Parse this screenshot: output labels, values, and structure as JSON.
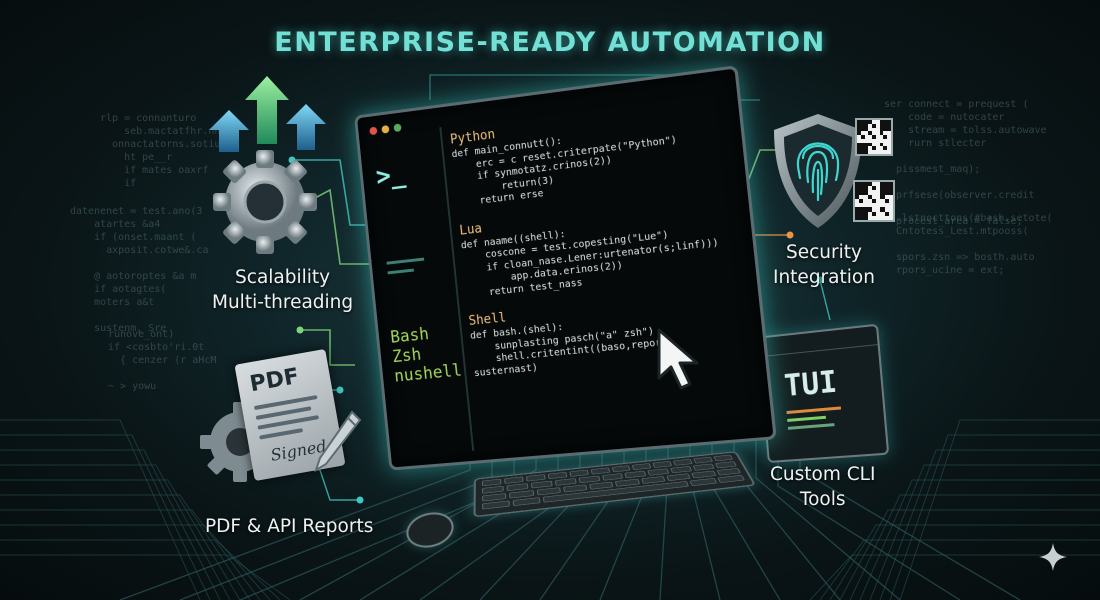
{
  "title": "ENTERPRISE-READY AUTOMATION",
  "features": {
    "scalability": {
      "line1": "Scalability",
      "line2": "Multi-threading",
      "icon": "gear-with-arrows-icon"
    },
    "reports": {
      "label": "PDF & API Reports",
      "doc_label": "PDF",
      "signature": "Signed",
      "icon": "signed-pdf-icon"
    },
    "security": {
      "line1": "Security",
      "line2": "Integration",
      "icon": "fingerprint-shield-icon"
    },
    "cli": {
      "line1": "Custom CLI",
      "line2": "Tools",
      "window_text": "TUI",
      "icon": "tui-window-icon"
    }
  },
  "terminal": {
    "prompt": ">_",
    "shells": [
      "Bash",
      "Zsh",
      "nushell"
    ],
    "sections": [
      {
        "header": "Python",
        "lines": [
          "def main_connutt():",
          "    erc = c reset.criterpate(\"Python\")",
          "    if synmotatz.crinos(2))",
          "        return(3)",
          "    return erse"
        ]
      },
      {
        "header": "Lua",
        "lines": [
          "def naame((shell):",
          "    coscone = test.copesting(\"Lue\")",
          "    if cloan_nase.Lener:urtenator(s;linf)))",
          "        app.data.erinos(2))",
          "    return test_nass"
        ]
      },
      {
        "header": "Shell",
        "lines": [
          "def bash.(shel):",
          "    sunplasting pasch(\"a\" zsh\")",
          "    shell.critentint((baso,report)",
          "susternast)"
        ]
      }
    ]
  },
  "background_code": {
    "left_top": [
      "rlp = connanturo",
      "    seb.mactatfhr.nnest",
      "  onnactatorns.sotiue",
      "    ht pe__r",
      "    if mates oaxrf",
      "    if"
    ],
    "left_mid": [
      "datenenet = test.ano(3",
      "    atartes &a4",
      "    if (onset.maant (",
      "      axposit.cotwe&.ca",
      "",
      "    @ aotoroptes &a m",
      "    if aotagtes(",
      "    moters a&t",
      "",
      "    sustenm, Sre"
    ],
    "left_low": [
      "runove_ont)",
      "if <cosbto'ri.0t",
      "  { cenzer (r aHcM",
      "",
      "~ > yowu"
    ],
    "right_top": [
      "ser connect = prequest (",
      "    code = nutocater",
      "    stream = tolss.autowave",
      "    rurn stlecter",
      "",
      "  pissmest_maq);",
      "",
      "  prfsese(observer.credit",
      "",
      "  procest_area = false;"
    ],
    "right_mid": [
      "  .lstnocttons(#bash.setote(",
      "  Cntotess_Lest.mtpooss(",
      "",
      "  spors.zsn => bosth.auto",
      "  rpors_ucine = ext;"
    ]
  },
  "watermark": "sparkle-icon"
}
